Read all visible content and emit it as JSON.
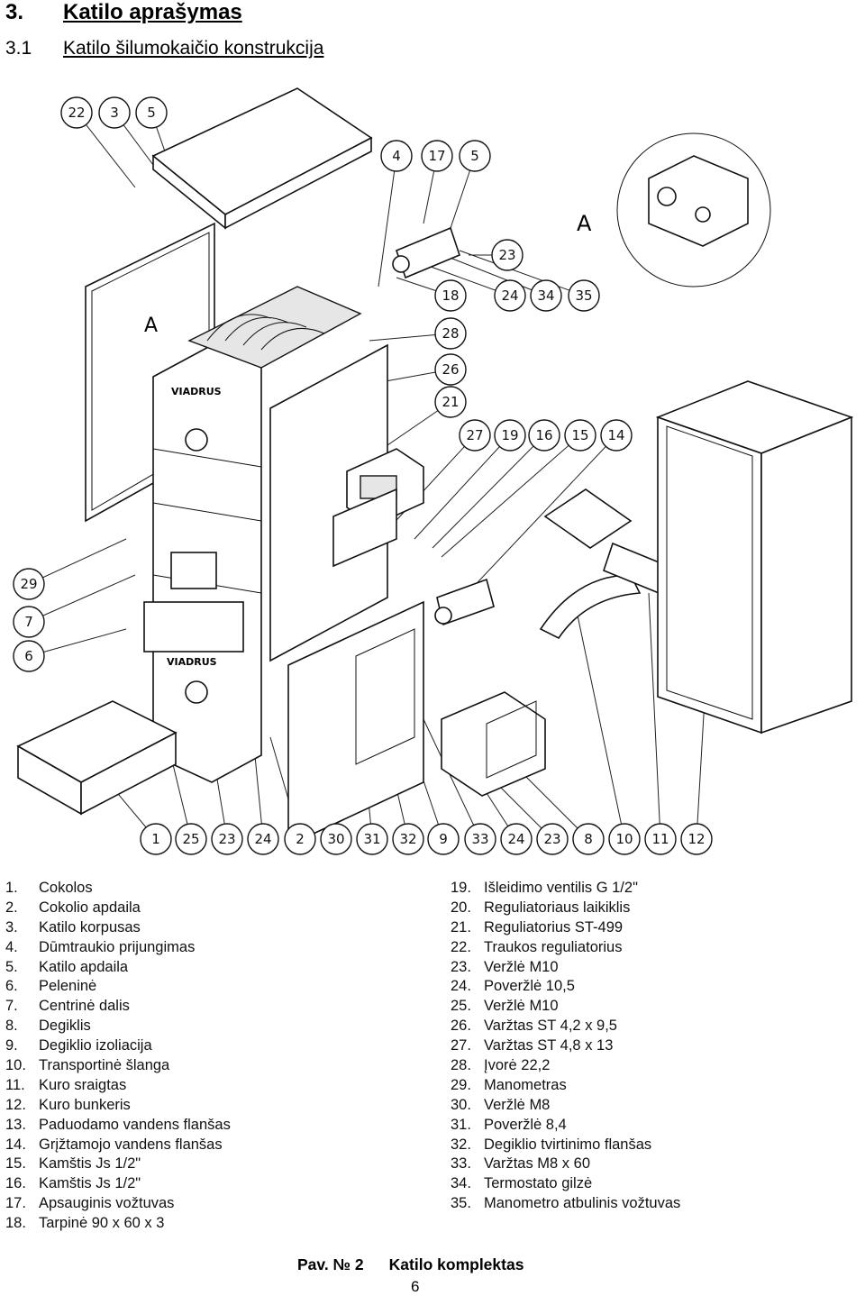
{
  "heading": {
    "number": "3.",
    "title": "Katilo aprašymas"
  },
  "subheading": {
    "number": "3.1",
    "title": "Katilo šilumokaičio konstrukcija"
  },
  "figure": {
    "callouts_top": [
      "22",
      "3",
      "5",
      "4",
      "17",
      "5",
      "23",
      "18",
      "24",
      "34",
      "35",
      "28",
      "26",
      "21",
      "27",
      "19",
      "16",
      "15",
      "14"
    ],
    "callouts_left": [
      "29",
      "7",
      "6"
    ],
    "callouts_bottom": [
      "1",
      "25",
      "23",
      "24",
      "2",
      "30",
      "31",
      "32",
      "9",
      "33",
      "24",
      "23",
      "8",
      "10",
      "11",
      "12"
    ],
    "detail_label": "A",
    "brand_text": "VIADRUS"
  },
  "parts_left": [
    {
      "n": "1.",
      "name": "Cokolos"
    },
    {
      "n": "2.",
      "name": "Cokolio apdaila"
    },
    {
      "n": "3.",
      "name": "Katilo korpusas"
    },
    {
      "n": "4.",
      "name": "Dūmtraukio prijungimas"
    },
    {
      "n": "5.",
      "name": "Katilo apdaila"
    },
    {
      "n": "6.",
      "name": "Peleninė"
    },
    {
      "n": "7.",
      "name": "Centrinė dalis"
    },
    {
      "n": "8.",
      "name": "Degiklis"
    },
    {
      "n": "9.",
      "name": "Degiklio izoliacija"
    },
    {
      "n": "10.",
      "name": "Transportinė šlanga"
    },
    {
      "n": "11.",
      "name": "Kuro sraigtas"
    },
    {
      "n": "12.",
      "name": "Kuro bunkeris"
    },
    {
      "n": "13.",
      "name": "Paduodamo vandens flanšas"
    },
    {
      "n": "14.",
      "name": "Grįžtamojo vandens flanšas"
    },
    {
      "n": "15.",
      "name": "Kamštis Js 1/2\""
    },
    {
      "n": "16.",
      "name": "Kamštis Js 1/2\""
    },
    {
      "n": "17.",
      "name": "Apsauginis vožtuvas"
    },
    {
      "n": "18.",
      "name": "Tarpinė  90 x 60 x 3"
    }
  ],
  "parts_right": [
    {
      "n": "19.",
      "name": "Išleidimo ventilis G 1/2\""
    },
    {
      "n": "20.",
      "name": "Reguliatoriaus laikiklis"
    },
    {
      "n": "21.",
      "name": "Reguliatorius ST-499"
    },
    {
      "n": "22.",
      "name": "Traukos reguliatorius"
    },
    {
      "n": "23.",
      "name": "Veržlė M10"
    },
    {
      "n": "24.",
      "name": "Poveržlė 10,5"
    },
    {
      "n": "25.",
      "name": "Veržlė M10"
    },
    {
      "n": "26.",
      "name": "Varžtas ST 4,2 x 9,5"
    },
    {
      "n": "27.",
      "name": "Varžtas ST 4,8 x 13"
    },
    {
      "n": "28.",
      "name": "Įvorė 22,2"
    },
    {
      "n": "29.",
      "name": "Manometras"
    },
    {
      "n": "30.",
      "name": "Veržlė M8"
    },
    {
      "n": "31.",
      "name": "Poveržlė 8,4"
    },
    {
      "n": "32.",
      "name": "Degiklio tvirtinimo flanšas"
    },
    {
      "n": "33.",
      "name": "Varžtas M8 x 60"
    },
    {
      "n": "34.",
      "name": "Termostato gilzė"
    },
    {
      "n": "35.",
      "name": "Manometro atbulinis vožtuvas"
    }
  ],
  "caption": {
    "label": "Pav. № 2",
    "title": "Katilo komplektas"
  },
  "page_number": "6"
}
